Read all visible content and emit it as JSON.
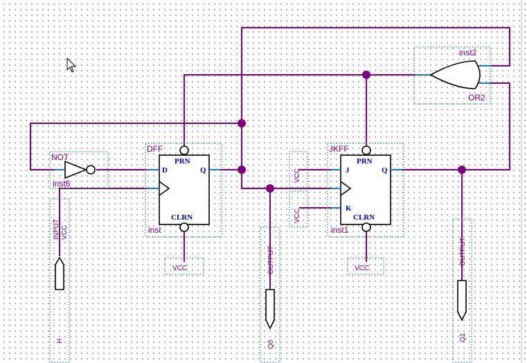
{
  "components": {
    "not_gate": {
      "type": "NOT",
      "instance": "inst6"
    },
    "dff": {
      "type": "DFF",
      "instance": "inst",
      "pins": {
        "d": "D",
        "q": "Q",
        "prn": "PRN",
        "clrn": "CLRN"
      }
    },
    "jkff": {
      "type": "JKFF",
      "instance": "inst1",
      "pins": {
        "j": "J",
        "k": "K",
        "q": "Q",
        "prn": "PRN",
        "clrn": "CLRN"
      }
    },
    "or_gate": {
      "type": "OR2",
      "instance": "inst2"
    },
    "input_pin": {
      "type": "INPUT",
      "default": "VCC",
      "name": "H"
    },
    "output_q0": {
      "type": "OUTPUT",
      "name": "Q0"
    },
    "output_q1": {
      "type": "OUTPUT",
      "name": "Q1"
    },
    "vcc_labels": [
      "VCC",
      "VCC",
      "VCC",
      "VCC"
    ]
  },
  "colors": {
    "wire": "#800080",
    "pin": "#1a7ad6",
    "frame": "#1f8a8a"
  }
}
